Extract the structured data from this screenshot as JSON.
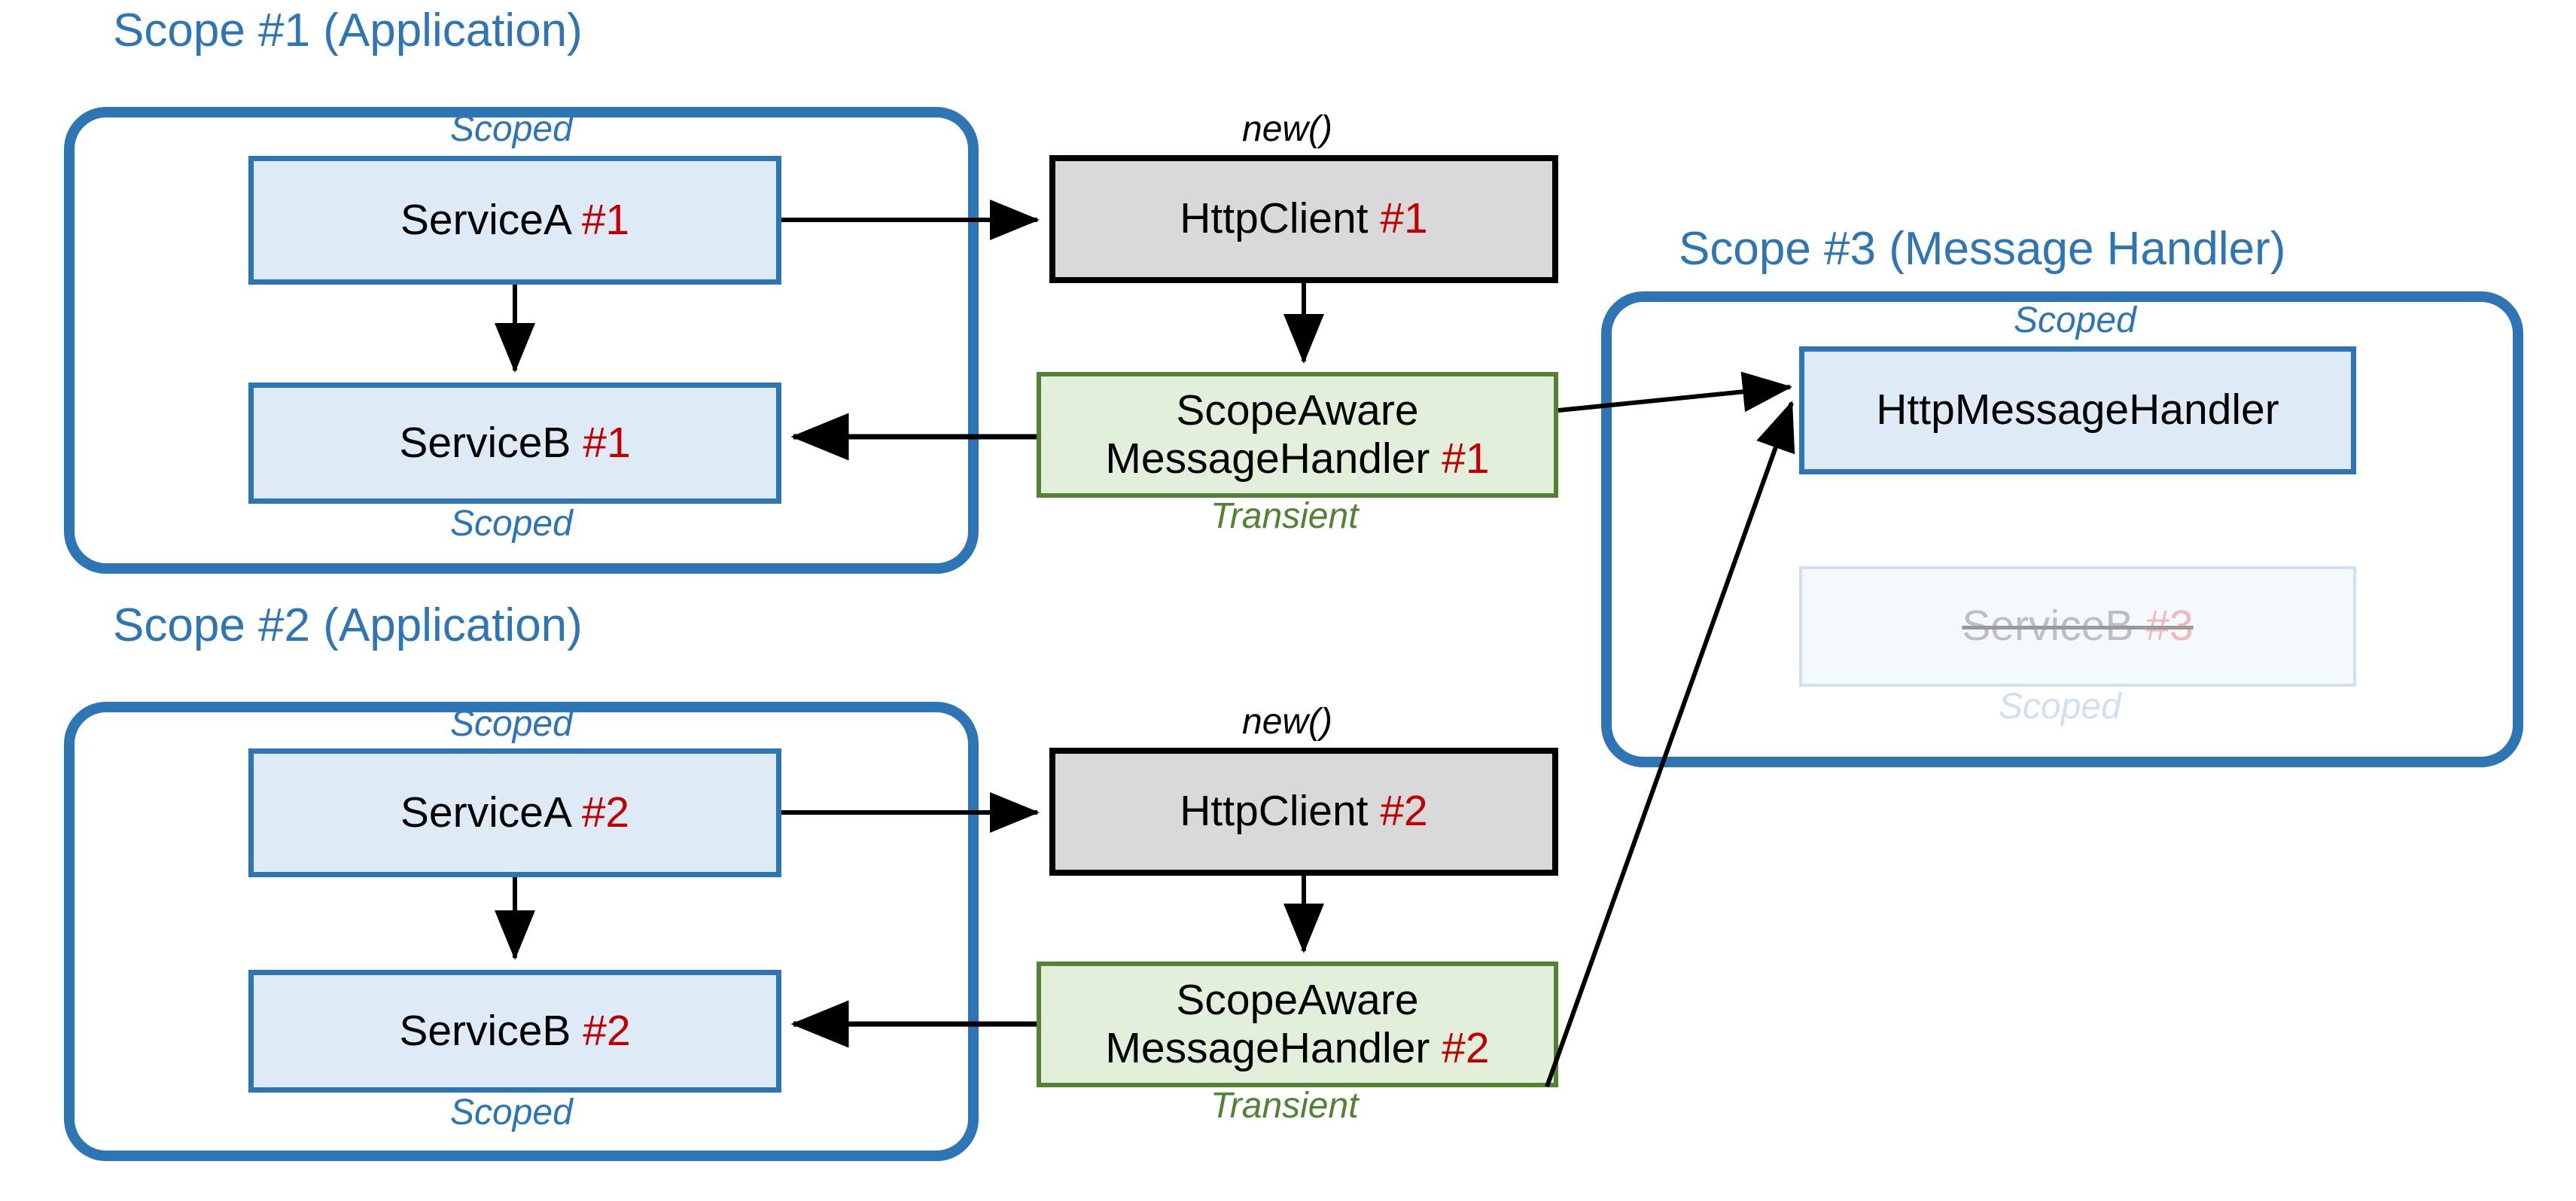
{
  "diagram": {
    "title_color": "#2E75B6",
    "accent_red": "#C00000",
    "scopes": [
      {
        "id": "scope1",
        "label": "Scope #1 (Application)"
      },
      {
        "id": "scope2",
        "label": "Scope #2 (Application)"
      },
      {
        "id": "scope3",
        "label": "Scope #3 (Message Handler)"
      }
    ],
    "nodes": {
      "service_a_1": {
        "name": "ServiceA ",
        "num": "#1",
        "lifetime": "Scoped"
      },
      "service_b_1": {
        "name": "ServiceB ",
        "num": "#1",
        "lifetime": "Scoped"
      },
      "service_a_2": {
        "name": "ServiceA ",
        "num": "#2",
        "lifetime": "Scoped"
      },
      "service_b_2": {
        "name": "ServiceB ",
        "num": "#2",
        "lifetime": "Scoped"
      },
      "http_client_1": {
        "name": "HttpClient ",
        "num": "#1",
        "lifetime": "new()"
      },
      "http_client_2": {
        "name": "HttpClient ",
        "num": "#2",
        "lifetime": "new()"
      },
      "handler_1": {
        "line1": "ScopeAware",
        "line2": "MessageHandler ",
        "num": "#1",
        "lifetime": "Transient"
      },
      "handler_2": {
        "line1": "ScopeAware",
        "line2": "MessageHandler ",
        "num": "#2",
        "lifetime": "Transient"
      },
      "http_message_handler": {
        "name": "HttpMessageHandler",
        "num": "",
        "lifetime": "Scoped"
      },
      "service_b_3": {
        "name": "ServiceB ",
        "num": "#3",
        "lifetime": "Scoped"
      }
    }
  }
}
